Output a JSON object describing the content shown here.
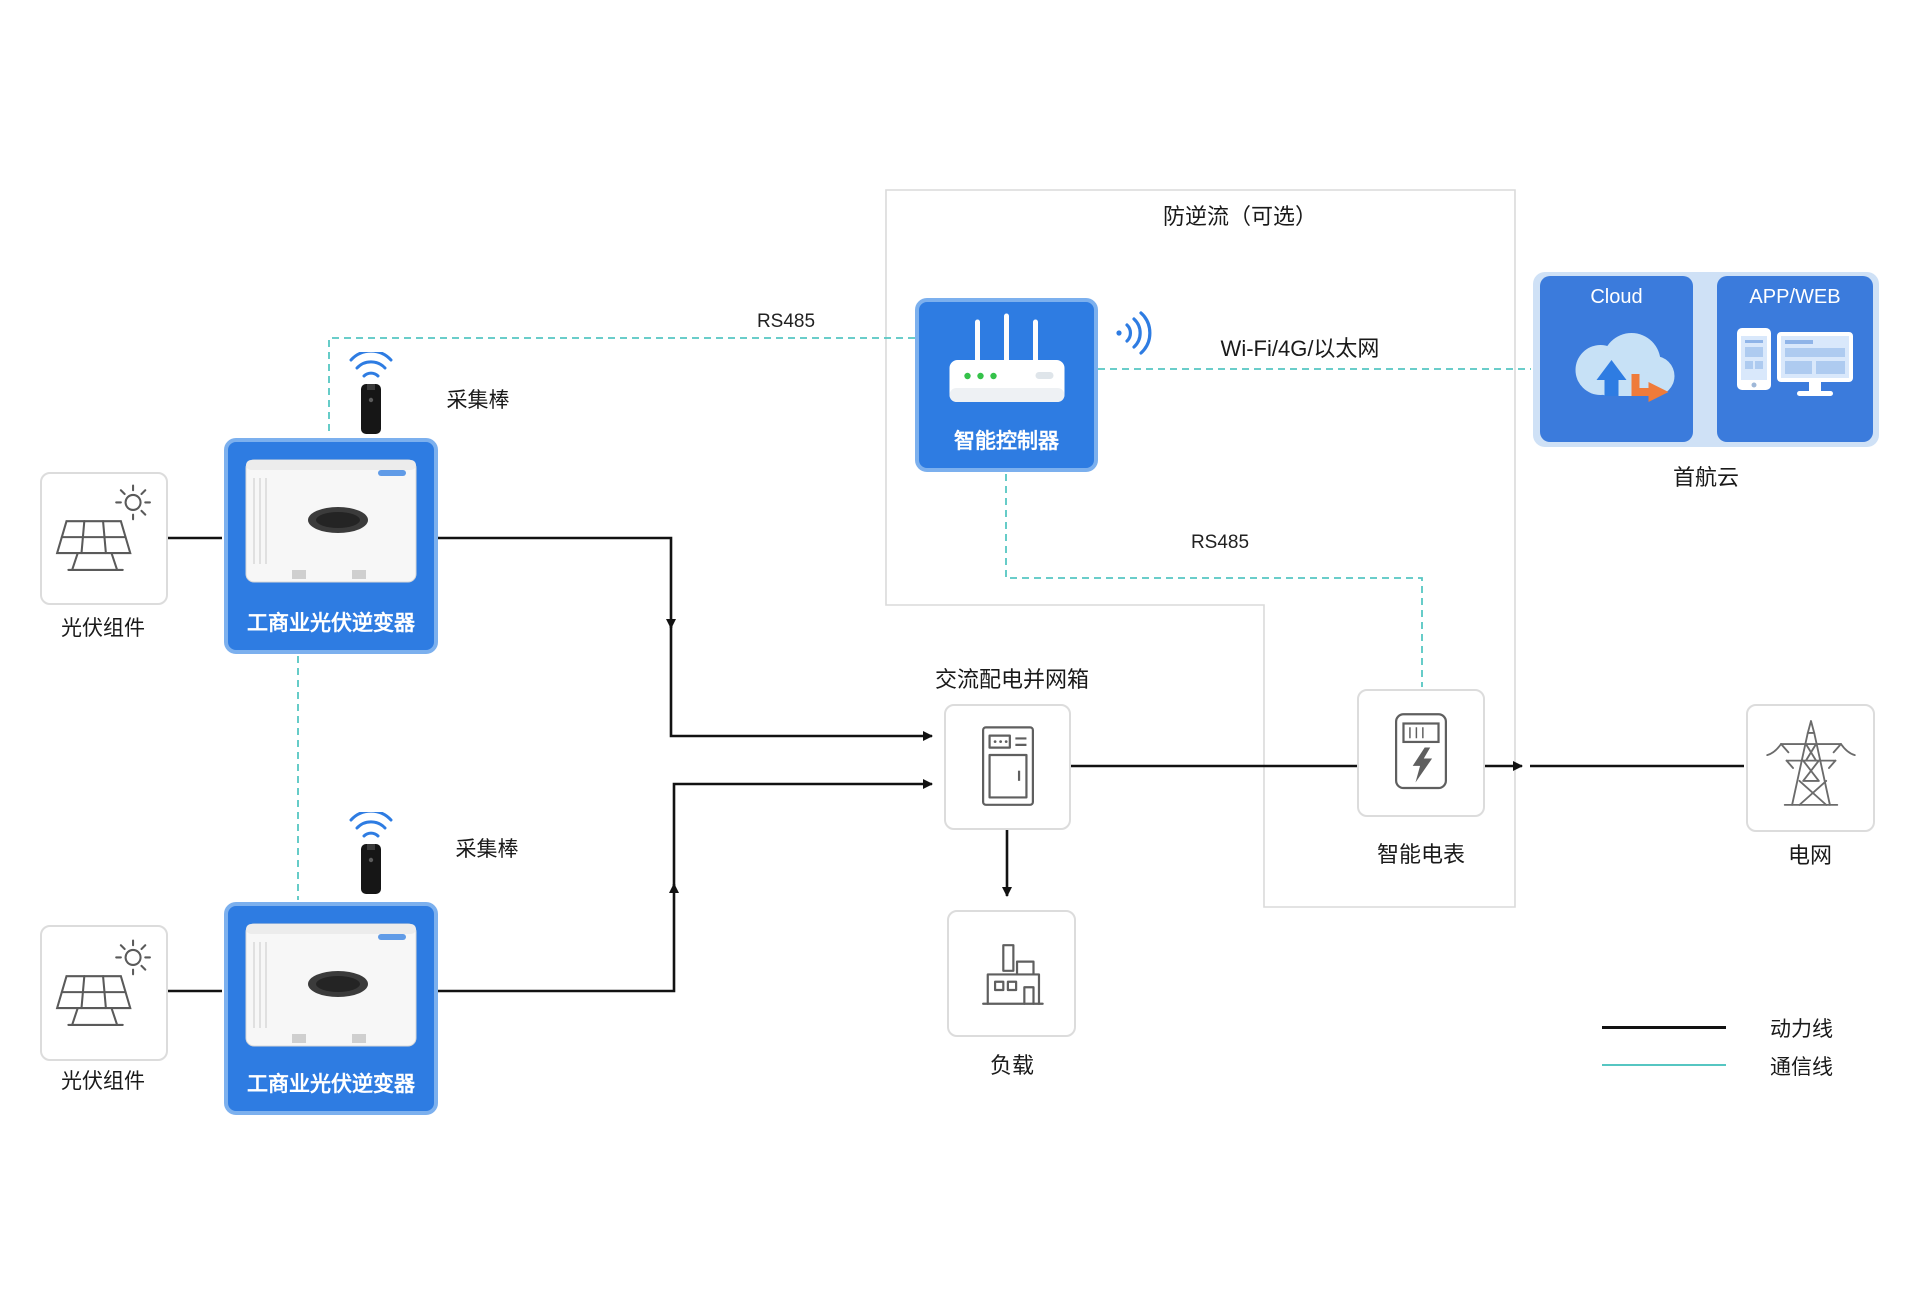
{
  "title": "防逆流（可选）",
  "nodes": {
    "pv1": "光伏组件",
    "pv2": "光伏组件",
    "inverter1": "工商业光伏逆变器",
    "inverter2": "工商业光伏逆变器",
    "collector1": "采集棒",
    "collector2": "采集棒",
    "controller": "智能控制器",
    "acbox": "交流配电并网箱",
    "load": "负载",
    "meter": "智能电表",
    "grid": "电网",
    "cloud": "Cloud",
    "appweb": "APP/WEB",
    "cloud_group": "首航云"
  },
  "links": {
    "rs485_left": "RS485",
    "rs485_right": "RS485",
    "wifi": "Wi-Fi/4G/以太网"
  },
  "legend": {
    "power": "动力线",
    "comm": "通信线"
  },
  "colors": {
    "device_blue": "#2e7ce2",
    "device_blue_border": "#7cb0ee",
    "panel_light_blue": "#cfe1f6",
    "cloud_box_blue": "#3b7bdc",
    "comm_teal": "#56c6c2",
    "power_line_black": "#121212",
    "box_border_gray": "#dcdcdc",
    "boundary_gray": "#dadada",
    "arrow_orange": "#ef7b3a",
    "led_green": "#35c24a"
  }
}
